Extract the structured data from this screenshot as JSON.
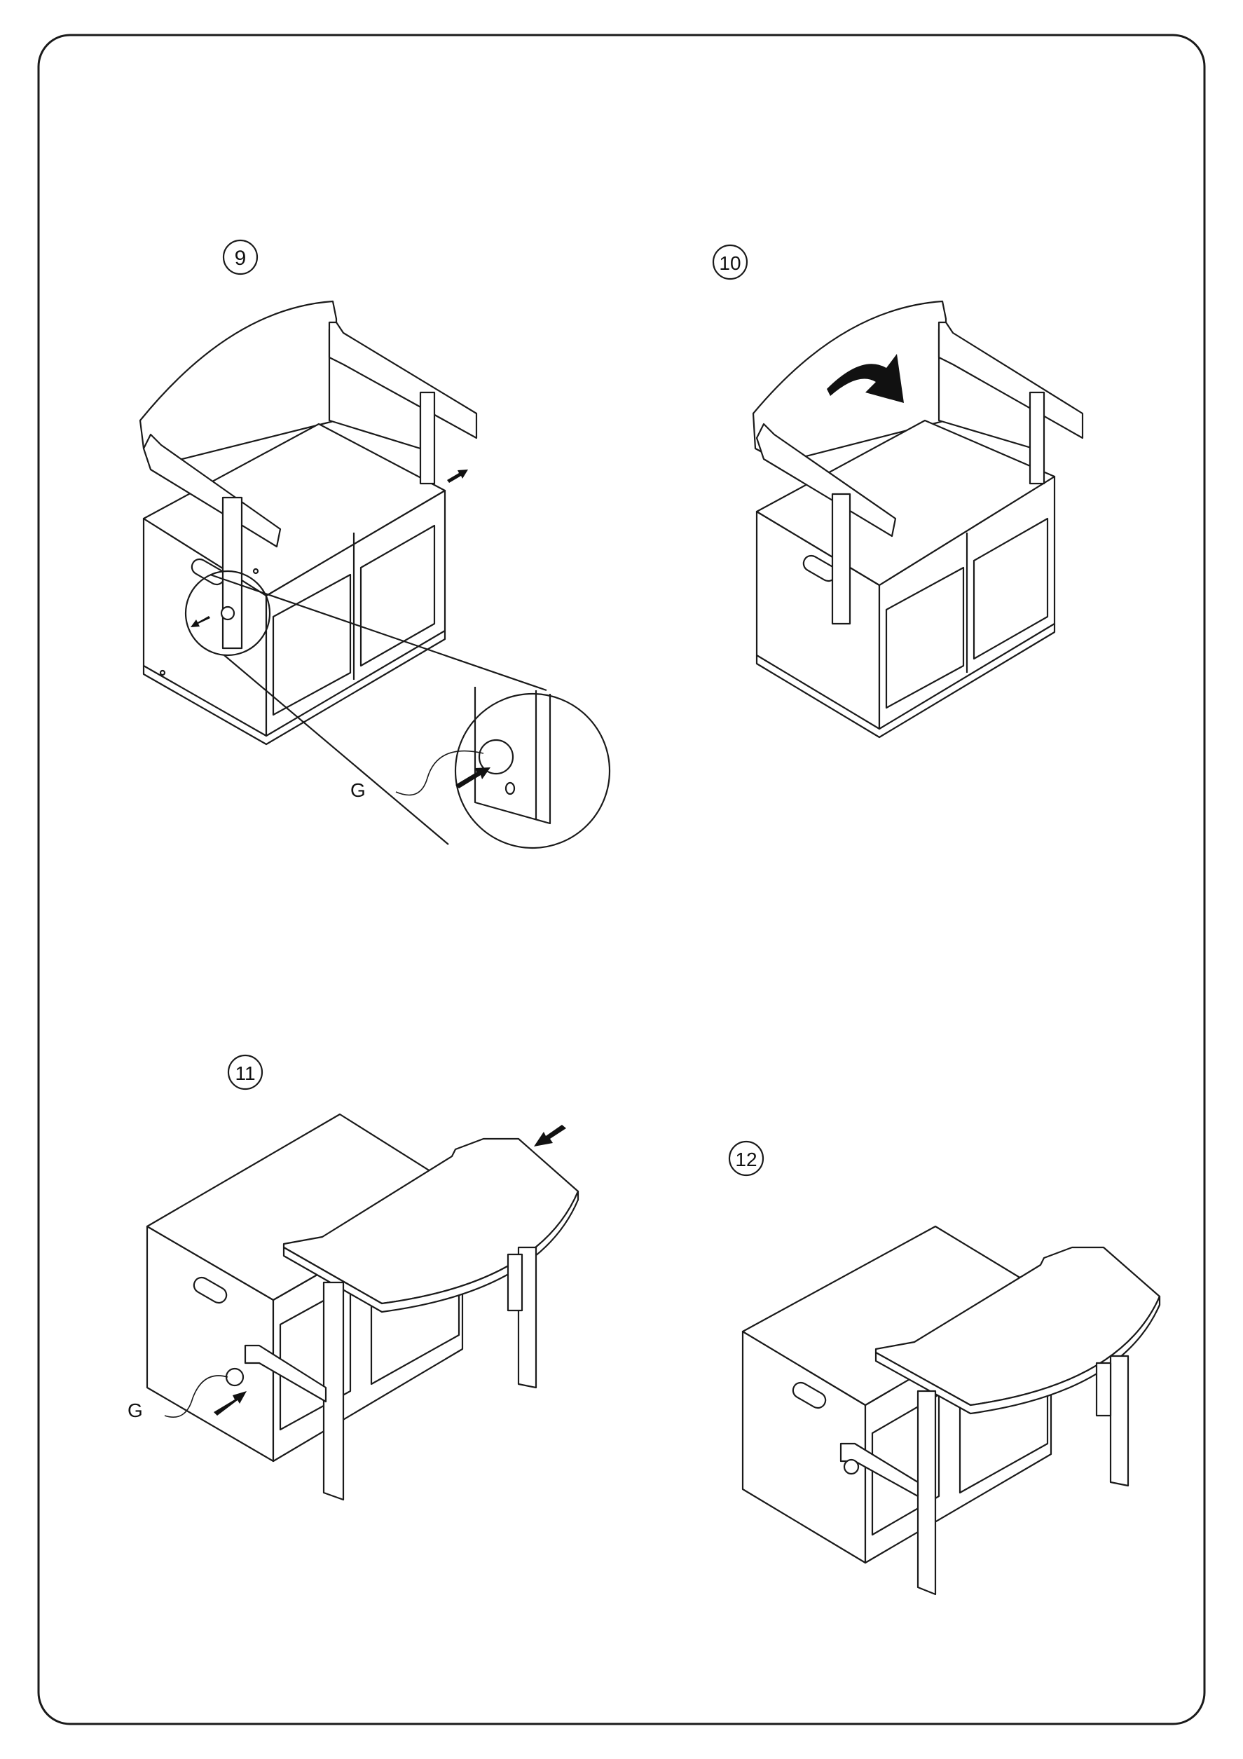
{
  "steps": [
    {
      "number": "9",
      "part_label": "G"
    },
    {
      "number": "10"
    },
    {
      "number": "11",
      "part_label": "G"
    },
    {
      "number": "12"
    }
  ],
  "colors": {
    "line": "#1a1a1a",
    "fill": "#ffffff",
    "arrow": "#111111"
  }
}
